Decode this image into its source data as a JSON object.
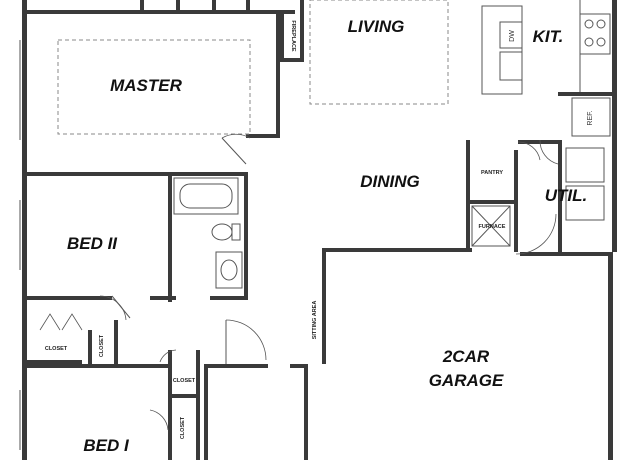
{
  "rooms": {
    "living": "LIVING",
    "kitchen": "KIT.",
    "master": "MASTER",
    "dining": "DINING",
    "utility": "UTIL.",
    "bed2": "BED II",
    "bed1": "BED I",
    "garage_line1": "2CAR",
    "garage_line2": "GARAGE"
  },
  "small_labels": {
    "fireplace": "FIREPLACE",
    "pantry": "PANTRY",
    "furnace": "FURNACE",
    "sitting_area": "SITTING AREA",
    "closet_bed2": "CLOSET",
    "closet_small": "CLOSET",
    "closet_hall": "CLOSET",
    "closet_bed1": "CLOSET"
  },
  "appliances": {
    "dishwasher": "DW",
    "refrigerator": "REF."
  },
  "colors": {
    "wall": "#3a3a3a",
    "background": "#ffffff"
  }
}
